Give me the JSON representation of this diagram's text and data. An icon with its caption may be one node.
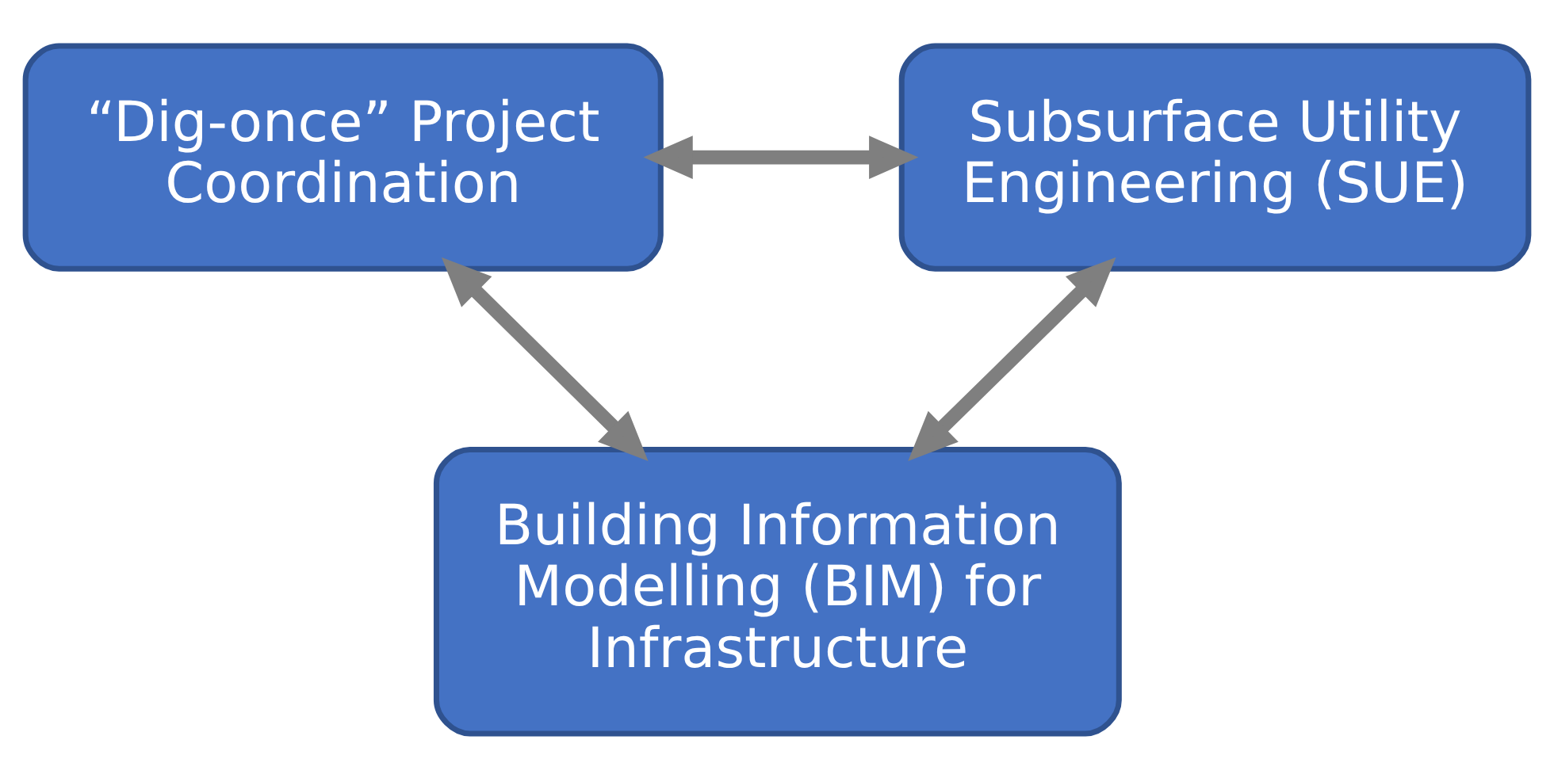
{
  "diagram": {
    "nodes": [
      {
        "text": [
          "“Dig-once” Project Coordination"
        ]
      },
      {
        "text": [
          "Subsurface Utility Engineering (SUE)"
        ]
      },
      {
        "text": [
          "Building Information Modelling (BIM) for Infrastructure"
        ]
      }
    ],
    "edges": [
      {
        "from": 0,
        "to": 1,
        "arrow": "both"
      },
      {
        "from": 0,
        "to": 2,
        "arrow": "both"
      },
      {
        "from": 1,
        "to": 2,
        "arrow": "both"
      }
    ]
  }
}
